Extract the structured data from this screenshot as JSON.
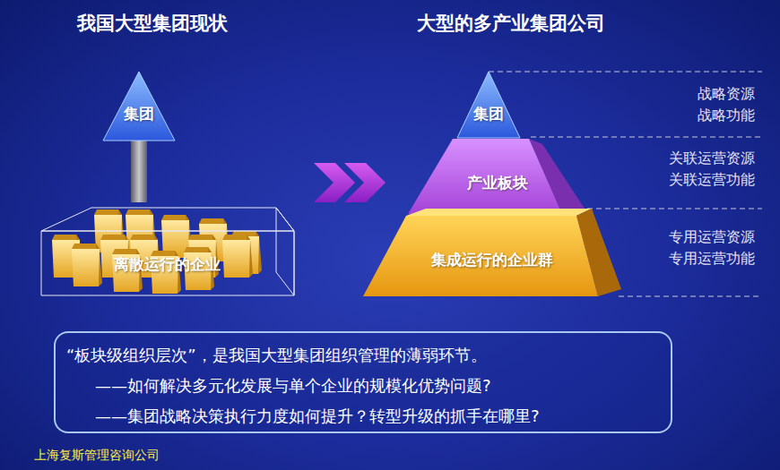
{
  "diagram": {
    "nodes": [
      {
        "text": [
          "集团"
        ]
      },
      {
        "text": [
          "离散运行的企业"
        ]
      },
      {
        "text": [
          "集团"
        ]
      },
      {
        "text": [
          "产业板块"
        ]
      },
      {
        "text": [
          "集成运行的企业群"
        ]
      },
      {
        "text": [
          "“板块级组织层次”，是我国大型集团组织管理的薄弱环节。",
          "——如何解决多元化发展与单个企业的规模化优势问题?",
          "——集团战略决策执行力度如何提升？转型升级的抓手在哪里?"
        ]
      }
    ],
    "edges": [
      {
        "from": 0,
        "to": 1,
        "arrow": "none"
      }
    ],
    "labels": [
      "我国大型集团现状",
      "大型的多产业集团公司",
      "战略资源 战略功能",
      "关联运营资源 关联运营功能",
      "专用运营资源 专用运营功能",
      "上海复斯管理咨询公司"
    ]
  }
}
